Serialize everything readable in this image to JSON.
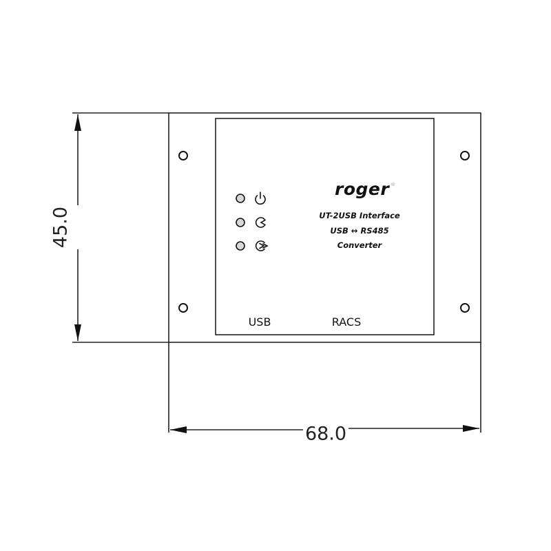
{
  "drawing": {
    "type": "technical dimension drawing",
    "line_color": "#222222",
    "led_fill": "#d8d8d8"
  },
  "dimensions": {
    "height": "45.0",
    "width": "68.0"
  },
  "device": {
    "brand": "roger",
    "brand_mark": "®",
    "label_lines": [
      "UT-2USB Interface",
      "USB ↔ RS485",
      "Converter"
    ],
    "leds": [
      {
        "icon": "power-icon"
      },
      {
        "icon": "receive-icon"
      },
      {
        "icon": "transmit-icon"
      }
    ],
    "ports": {
      "left": "USB",
      "right": "RACS"
    },
    "mounting_holes": 4
  }
}
